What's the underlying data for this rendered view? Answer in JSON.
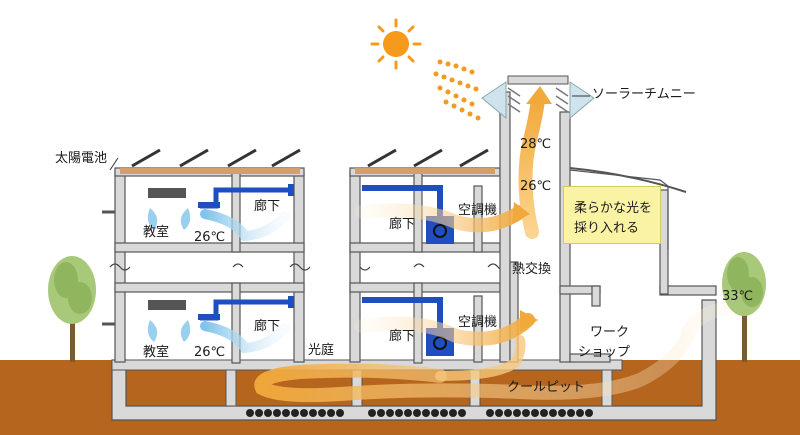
{
  "labels": {
    "solar_panel": "太陽電池",
    "solar_chimney": "ソーラーチムニー",
    "chimney_temp_top": "28℃",
    "chimney_temp_mid": "26℃",
    "soft_light_line1": "柔らかな光を",
    "soft_light_line2": "採り入れる",
    "corridor_upper_left": "廊下",
    "classroom_upper": "教室",
    "temp_upper": "26℃",
    "corridor_upper_right": "廊下",
    "aircon_upper": "空調機",
    "heat_exchanger": "熱交換",
    "outside_temp": "33℃",
    "corridor_lower_left": "廊下",
    "classroom_lower": "教室",
    "temp_lower": "26℃",
    "light_court": "光庭",
    "corridor_lower_right": "廊下",
    "aircon_lower": "空調機",
    "workshop_line1": "ワーク",
    "workshop_line2": "ショップ",
    "cool_pit": "クールピット"
  },
  "colors": {
    "ground": "#b5651d",
    "wall": "#d9d9d9",
    "wall_edge": "#555555",
    "duct": "#1f4fbf",
    "warm_air": "#f2a93b",
    "cool_air": "#bfe3f5",
    "sun": "#f59a1b",
    "roof_panel": "#d2a06a",
    "glass": "#cfe3ef",
    "note_fill": "#fbf3a4"
  }
}
